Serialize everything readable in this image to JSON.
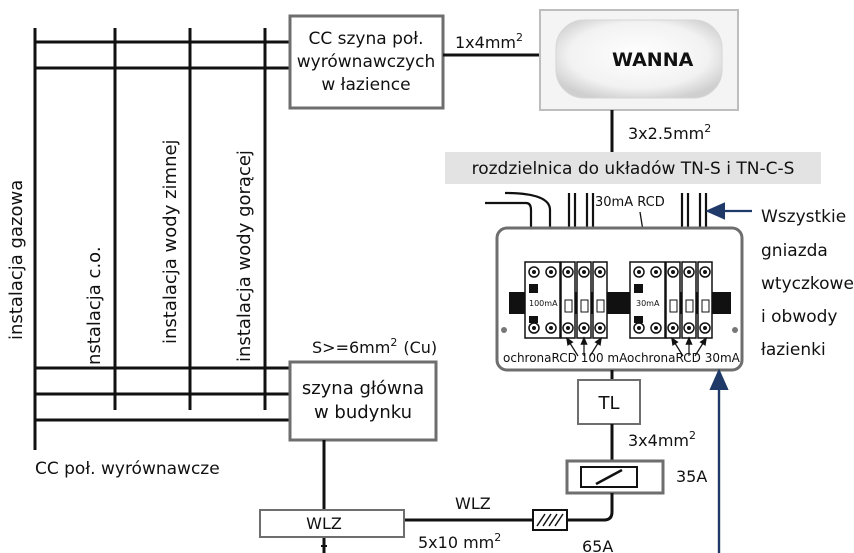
{
  "pipes": [
    {
      "id": "gas",
      "label": "instalacja gazowa"
    },
    {
      "id": "co",
      "label": "instalacja c.o."
    },
    {
      "id": "cold",
      "label": "instalacja wody zimnej"
    },
    {
      "id": "hot",
      "label": "instalacja wody gorącej"
    }
  ],
  "bathroom_bus": {
    "line1": "CC szyna poł.",
    "line2": "wyrównawczych",
    "line3": "w łazience"
  },
  "bathtub_label": "WANNA",
  "bus_to_tub_cable": {
    "text": "1x4mm",
    "sup": "2"
  },
  "tub_cable": {
    "text": "3x2.5mm",
    "sup": "2"
  },
  "switchboard_title": "rozdzielnica do układów TN-S i TN-C-S",
  "rcd_label": "30mA RCD",
  "rcd_100_tag": "100mA",
  "rcd_30_tag": "30mA",
  "protection_text": {
    "left": "ochronaRCD 100 mA",
    "right": "ochronaRCD 30mA"
  },
  "note_lines": [
    "Wszystkie",
    "gniazda",
    "wtyczkowe",
    "i obwody",
    "łazienki"
  ],
  "main_bus_cable": {
    "text": "S>=6mm",
    "sup": "2",
    "suffix": "(Cu)"
  },
  "main_bus": {
    "line1": "szyna główna",
    "line2": "w budynku"
  },
  "cc_caption": "CC poł. wyrównawcze",
  "tl_label": "TL",
  "feed_cable": {
    "text": "3x4mm",
    "sup": "2"
  },
  "breaker_35": "35A",
  "wlz_box": "WLZ",
  "wlz_cable_top": "WLZ",
  "wlz_cable_bottom": {
    "text": "5x10 mm",
    "sup": "2"
  },
  "fuse_65": "65A",
  "colors": {
    "line": "#111111",
    "grey_frame": "#6e6e6e",
    "banner": "#e3e3e3",
    "arrow_blue": "#1f3a68"
  }
}
